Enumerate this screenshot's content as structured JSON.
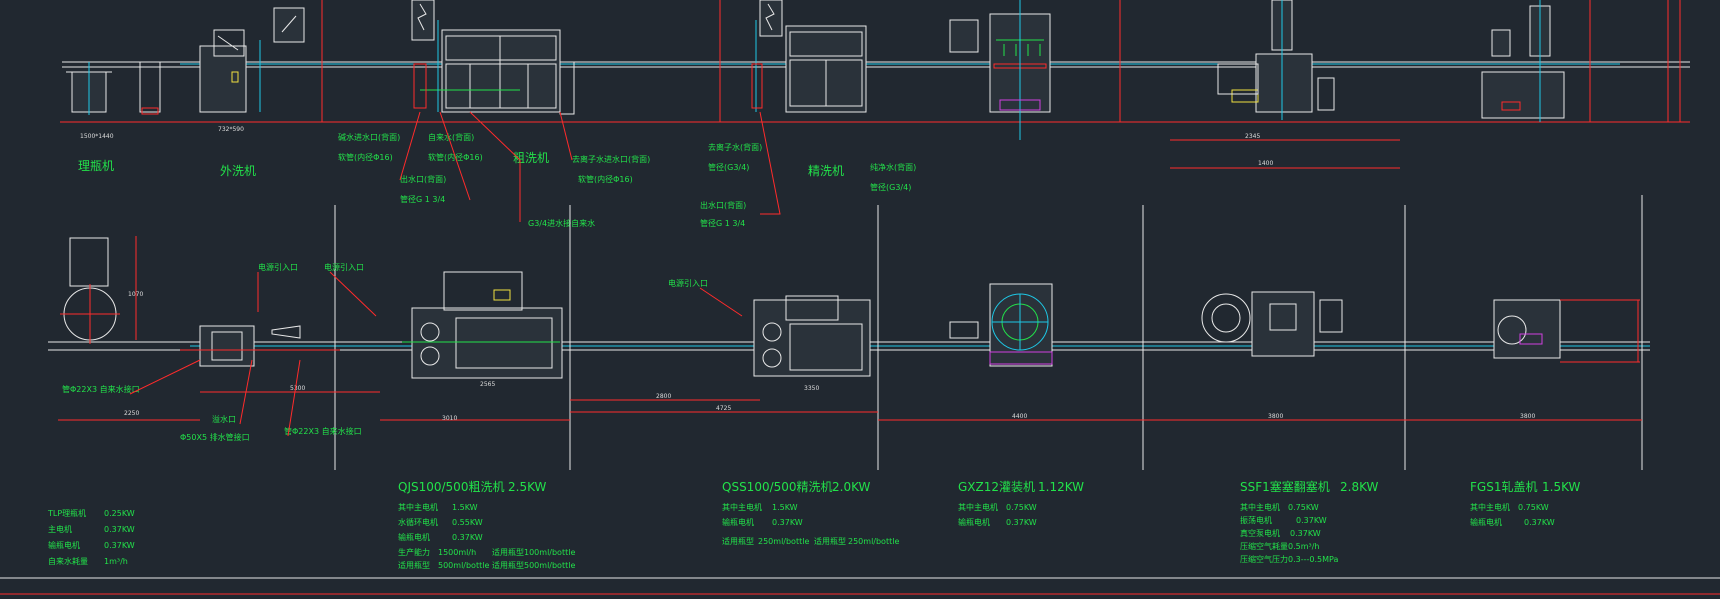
{
  "top_row": {
    "machines": [
      {
        "key": "bottle_sorter",
        "label": "理瓶机"
      },
      {
        "key": "exterior_washer",
        "label": "外洗机"
      },
      {
        "key": "rough_washer",
        "label": "粗洗机"
      },
      {
        "key": "fine_washer",
        "label": "精洗机"
      }
    ],
    "annotations": {
      "alkali_inlet": "碱水进水口(背面)",
      "tap_water": "自来水(背面)",
      "hose_a": "软管(内径Φ16)",
      "hose_b": "软管(内径Φ16)",
      "outlet_a": "出水口(背面)",
      "pipe_a": "管径G 1  3/4",
      "g34_inlet": "G3/4进水接自来水",
      "deion_inlet": "去离子水进水口(背面)",
      "hose_c": "软管(内径Φ16)",
      "deion_water": "去离子水(背面)",
      "pipe_g34_a": "管径(G3/4)",
      "outlet_b": "出水口(背面)",
      "pipe_b": "管径G 1  3/4",
      "pure_water": "纯净水(背面)",
      "pipe_g34_b": "管径(G3/4)"
    },
    "dims": [
      "1500*1440",
      "732*590",
      "2345",
      "1400"
    ]
  },
  "bottom_row": {
    "annotations": {
      "power_inlet_a": "电源引入口",
      "power_inlet_b": "电源引入口",
      "power_inlet_c": "电源引入口",
      "pipe_22a": "管Φ22X3 自来水接口",
      "drain": "溢水口",
      "drain_pipe": "Φ50X5 排水管接口",
      "pipe_22b": "管Φ22X3 自来水接口"
    },
    "dims": [
      "1070",
      "2250",
      "5300",
      "3010",
      "2565",
      "2800",
      "4725",
      "3350",
      "4400",
      "3800",
      "3800"
    ]
  },
  "specs": {
    "left": [
      {
        "k": "TLP理瓶机",
        "v": "0.25KW"
      },
      {
        "k": "主电机",
        "v": "0.37KW"
      },
      {
        "k": "输瓶电机",
        "v": "0.37KW"
      },
      {
        "k": "自来水耗量",
        "v": "1m³/h"
      }
    ],
    "machines": [
      {
        "title": "QJS100/500粗洗机",
        "power": "2.5KW",
        "rows": [
          {
            "k": "其中主电机",
            "v": "1.5KW"
          },
          {
            "k": "水循环电机",
            "v": "0.55KW"
          },
          {
            "k": "输瓶电机",
            "v": "0.37KW"
          },
          {
            "k": "生产能力",
            "v": "1500ml/h",
            "k2": "适用瓶型",
            "v2": "100ml/bottle"
          },
          {
            "k": "适用瓶型",
            "v": "500ml/bottle",
            "k2": "适用瓶型",
            "v2": "500ml/bottle"
          }
        ]
      },
      {
        "title": "QSS100/500精洗机",
        "power": "2.0KW",
        "rows": [
          {
            "k": "其中主电机",
            "v": "1.5KW"
          },
          {
            "k": "输瓶电机",
            "v": "0.37KW"
          },
          {
            "k": "适用瓶型",
            "v": "250ml/bottle",
            "k2": "适用瓶型",
            "v2": "250ml/bottle"
          }
        ]
      },
      {
        "title": "GXZ12灌装机",
        "power": "1.12KW",
        "rows": [
          {
            "k": "其中主电机",
            "v": "0.75KW"
          },
          {
            "k": "输瓶电机",
            "v": "0.37KW"
          }
        ]
      },
      {
        "title": "SSF1塞塞翻塞机",
        "power": "2.8KW",
        "rows": [
          {
            "k": "其中主电机",
            "v": "0.75KW"
          },
          {
            "k": "振荡电机",
            "v": "0.37KW"
          },
          {
            "k": "真空泵电机",
            "v": "0.37KW"
          },
          {
            "k": "压缩空气耗量",
            "v": "0.5m³/h"
          },
          {
            "k": "压缩空气压力",
            "v": "0.3---0.5MPa"
          }
        ]
      },
      {
        "title": "FGS1轧盖机",
        "power": "1.5KW",
        "rows": [
          {
            "k": "其中主电机",
            "v": "0.75KW"
          },
          {
            "k": "输瓶电机",
            "v": "0.37KW"
          }
        ]
      }
    ]
  },
  "colors": {
    "background": "#212830",
    "text": "#22e14a",
    "dim": "#ff2b2b",
    "outline": "#e8e8e8",
    "accent": "#1ec8e6"
  }
}
